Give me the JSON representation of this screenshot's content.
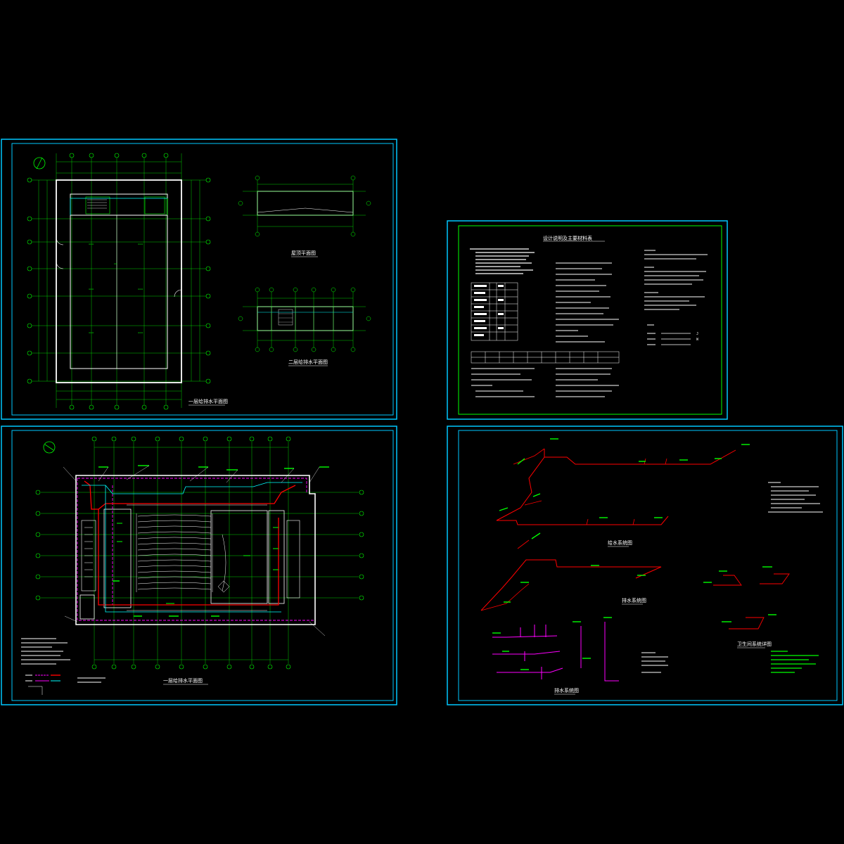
{
  "canvas": {
    "background": "#000000"
  },
  "colors": {
    "sheet_border": "#00c8ff",
    "inner_border": "#00ff00",
    "wall": "#ffffff",
    "axis": "#00ff00",
    "water_supply": "#ff0000",
    "drainage": "#ff00ff",
    "cyan": "#00ffff",
    "text": "#ffffff"
  },
  "sheets": [
    {
      "id": "sheet-1",
      "content": "first-floor-plan, roof-plan and second-floor-plan drawings",
      "titles": [
        {
          "name": "floor-plan-1-title",
          "text": "一层给排水平面图"
        },
        {
          "name": "roof-plan-title",
          "text": "屋顶平面图"
        },
        {
          "name": "floor-plan-2-title",
          "text": "二层给排水平面图"
        }
      ]
    },
    {
      "id": "sheet-2",
      "content": "design notes, material table and legend",
      "titles": [
        {
          "name": "design-notes-title",
          "text": "设计说明及主要材料表"
        }
      ],
      "legend": [
        {
          "name": "legend-j",
          "label": "J"
        },
        {
          "name": "legend-w",
          "label": "W"
        }
      ]
    },
    {
      "id": "sheet-3",
      "content": "main floor water supply and drainage plan",
      "titles": [
        {
          "name": "main-plan-title",
          "text": "一层给排水平面图"
        }
      ]
    },
    {
      "id": "sheet-4",
      "content": "water supply and drainage isometric system diagrams",
      "titles": [
        {
          "name": "supply-system-title",
          "text": "给水系统图"
        },
        {
          "name": "drain-system-title",
          "text": "排水系统图"
        },
        {
          "name": "detail-system-title",
          "text": "卫生间系统详图"
        },
        {
          "name": "pipe-system-title",
          "text": "排水系统图"
        }
      ]
    }
  ]
}
